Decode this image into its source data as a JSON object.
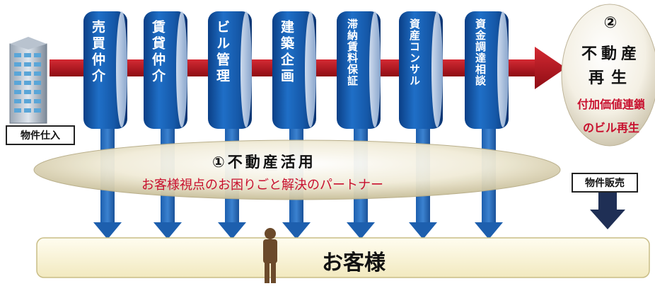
{
  "purchase_label": "物件仕入",
  "sales_label": "物件販売",
  "services": [
    {
      "label": "売買仲介",
      "icon": "building-icon"
    },
    {
      "label": "賃貸仲介"
    },
    {
      "label": "ビル管理"
    },
    {
      "label": "建築企画"
    },
    {
      "label": "滞納賃料保証"
    },
    {
      "label": "資産コンサル"
    },
    {
      "label": "資金調達相談"
    }
  ],
  "utilization": {
    "title": "①不動産活用",
    "subtitle": "お客様視点のお困りごと解決のパートナー"
  },
  "regeneration": {
    "number": "②",
    "line1": "不動産",
    "line2": "再生",
    "sub1": "付加価値連鎖",
    "sub2": "のビル再生"
  },
  "customer": "お客様",
  "colors": {
    "column_blue": "#1a5fb4",
    "column_dark": "#0d3b78",
    "arrow_red": "#b5121b",
    "ellipse_fill": "#efe9d3",
    "customer_bar": "#fbf6d8",
    "accent_red": "#c8102e"
  }
}
